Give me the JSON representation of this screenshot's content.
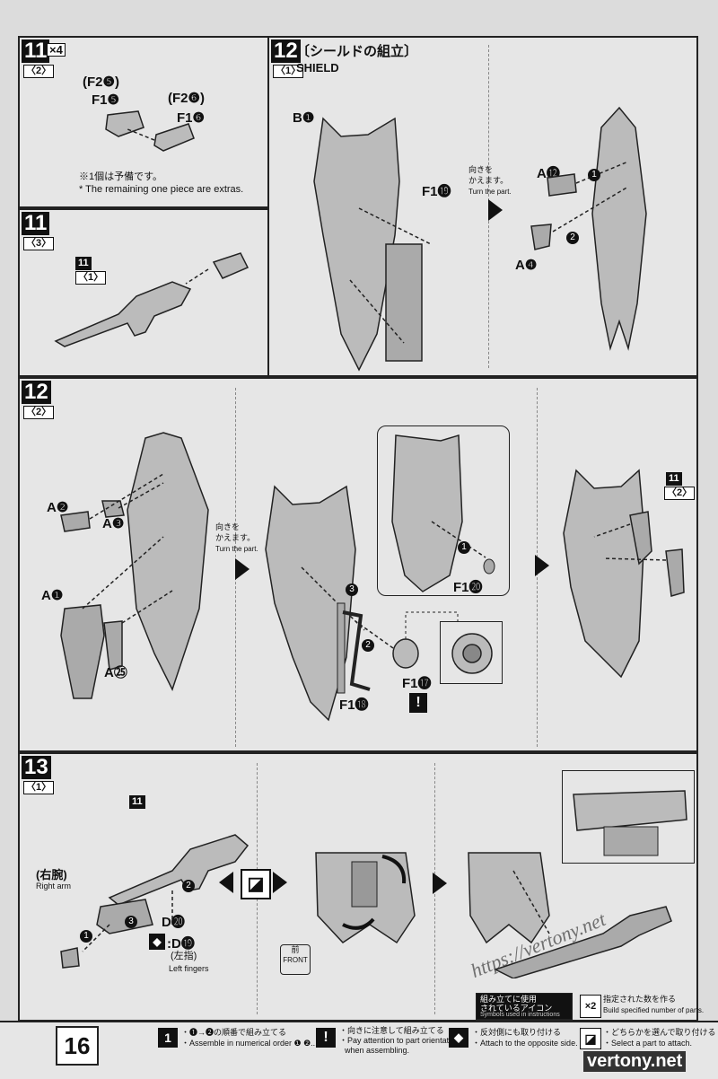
{
  "page_number": "16",
  "step11_2": {
    "num": "11",
    "sub": "〈2〉",
    "qty": "×4",
    "lbl_f2_5": "(F2❺)",
    "lbl_f1_5": "F1❺",
    "lbl_f2_6": "(F2❻)",
    "lbl_f1_6": "F1❻",
    "note_jp": "※1個は予備です。",
    "note_en": "* The remaining one piece are extras."
  },
  "step11_3": {
    "num": "11",
    "sub": "〈3〉",
    "ref_num": "11",
    "ref_sub": "〈1〉"
  },
  "step12_1": {
    "num": "12",
    "sub": "〈1〉",
    "title_jp": "〔シールドの組立〕",
    "title_en": "SHIELD",
    "lbl_b1": "B❶",
    "lbl_f1_19": "F1⓳",
    "turn_jp1": "向きを",
    "turn_jp2": "かえます。",
    "turn_en": "Turn the part.",
    "lbl_a12": "A⓬",
    "lbl_a4": "A❹",
    "step1": "1",
    "step2": "2"
  },
  "step12_2": {
    "num": "12",
    "sub": "〈2〉",
    "lbl_a2": "A❷",
    "lbl_a3": "A❸",
    "lbl_a1": "A❶",
    "lbl_a25": "A㉕",
    "turn_jp1": "向きを",
    "turn_jp2": "かえます。",
    "turn_en": "Turn the part.",
    "lbl_f1_20": "F1⓴",
    "lbl_f1_17": "F1⓱",
    "lbl_f1_18": "F1⓲",
    "step1": "1",
    "step2": "2",
    "step3": "3",
    "ref_num": "11",
    "ref_sub": "〈2〉"
  },
  "step13_1": {
    "num": "13",
    "sub": "〈1〉",
    "ref_num": "11",
    "lbl_right_arm_jp": "(右腕)",
    "lbl_right_arm_en": "Right arm",
    "lbl_d20": "D⓴",
    "lbl_d19": ":D⓳",
    "lbl_left_fingers_jp": "(左指)",
    "lbl_left_fingers_en": "Left fingers",
    "step1": "1",
    "step2": "2",
    "step3": "3",
    "front_jp": "前",
    "front_en": "FRONT",
    "sym_jp1": "組み立てに使用",
    "sym_jp2": "されているアイコン",
    "sym_en": "Symbols used in instructions",
    "qty_x2": "×2",
    "qty_jp": "指定された数を作る",
    "qty_en": "Build specified number of parts."
  },
  "footer": {
    "item1_jp": "・❶→❷の順番で組み立てる",
    "item1_en": "・Assemble in numerical order ❶ ❷...",
    "item2_jp": "・向きに注意して組み立てる",
    "item2_en1": "・Pay attention to part orientation",
    "item2_en2": "when assembling.",
    "item3_jp": "・反対側にも取り付ける",
    "item3_en": "・Attach to the opposite side.",
    "item4_jp": "・どちらかを選んで取り付ける",
    "item4_en": "・Select a part to attach.",
    "watermark": "https://vertony.net",
    "brand": "vertony.net"
  }
}
